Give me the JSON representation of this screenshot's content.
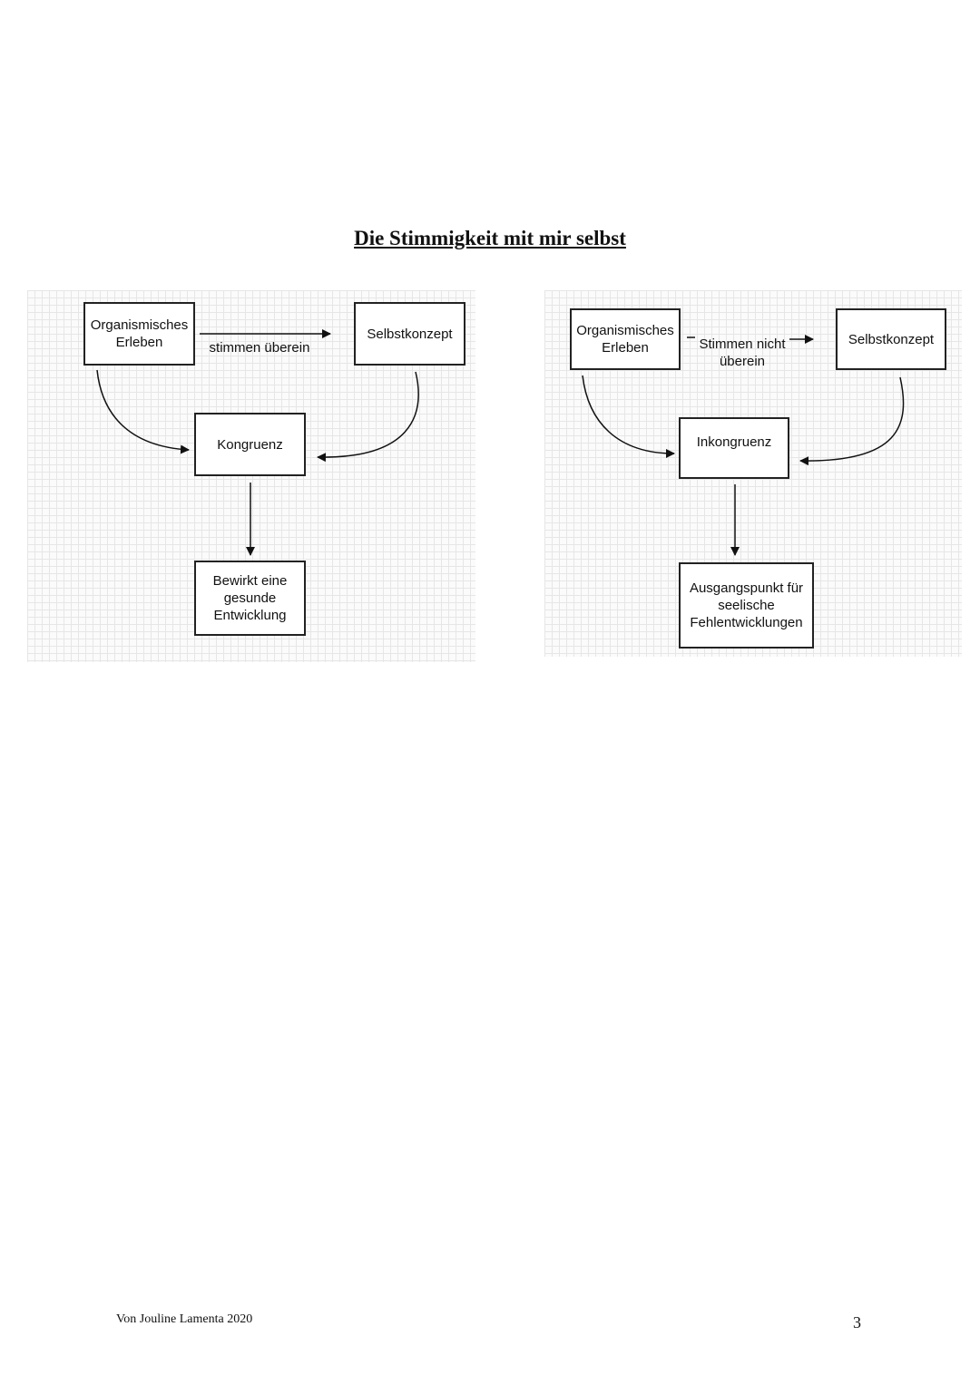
{
  "page": {
    "title": "Die Stimmigkeit mit mir selbst",
    "footer": "Von Jouline Lamenta 2020",
    "page_number": "3"
  },
  "diagram_left": {
    "box_organismisches": "Organismisches\nErleben",
    "edge_label": "stimmen überein",
    "box_selbstkonzept": "Selbstkonzept",
    "box_center": "Kongruenz",
    "box_result": "Bewirkt eine\ngesunde\nEntwicklung"
  },
  "diagram_right": {
    "box_organismisches": "Organismisches\nErleben",
    "edge_label": "Stimmen nicht\nüberein",
    "box_selbstkonzept": "Selbstkonzept",
    "box_center": "Inkongruenz",
    "box_result": "Ausgangspunkt für\nseelische\nFehlentwicklungen"
  }
}
